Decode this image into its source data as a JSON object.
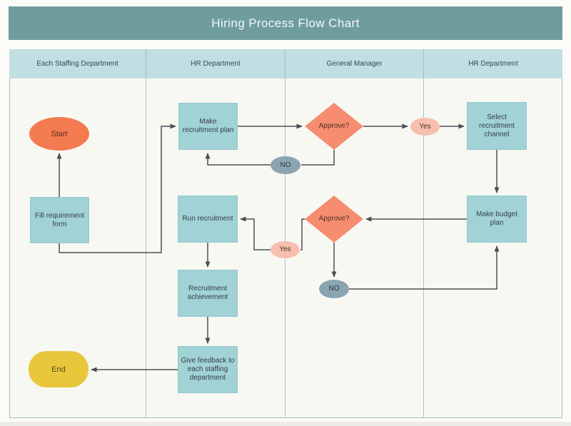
{
  "title": "Hiring Process Flow Chart",
  "lanes": [
    {
      "label": "Each Staffing Department"
    },
    {
      "label": "HR Department"
    },
    {
      "label": "General Manager"
    },
    {
      "label": "HR Department"
    }
  ],
  "nodes": {
    "start": {
      "label": "Start"
    },
    "fill_form": {
      "label": "Fill requirement form"
    },
    "make_plan": {
      "label": "Make recruitment plan"
    },
    "approve1": {
      "label": "Approve?"
    },
    "yes1": {
      "label": "Yes"
    },
    "no1": {
      "label": "NO"
    },
    "select_channel": {
      "label": "Select recruitment channel"
    },
    "make_budget": {
      "label": "Make budget plan"
    },
    "approve2": {
      "label": "Approve?"
    },
    "yes2": {
      "label": "Yes"
    },
    "no2": {
      "label": "NO"
    },
    "run_recruitment": {
      "label": "Run recruitment"
    },
    "achievement": {
      "label": "Recruitment achievement"
    },
    "feedback": {
      "label": "Give feedback to each staffing department"
    },
    "end": {
      "label": "End"
    }
  },
  "colors": {
    "title_bar": "#6f9d9e",
    "lane_header": "#bfdfe2",
    "process_fill": "#a0d2d6",
    "start_fill": "#f37b50",
    "decision_fill": "#f68d70",
    "yes_fill": "#f7bfae",
    "no_fill": "#8aa4b0",
    "end_fill": "#e9c73d",
    "connector": "#4a4f54",
    "table_bg": "#f8f8f3"
  }
}
